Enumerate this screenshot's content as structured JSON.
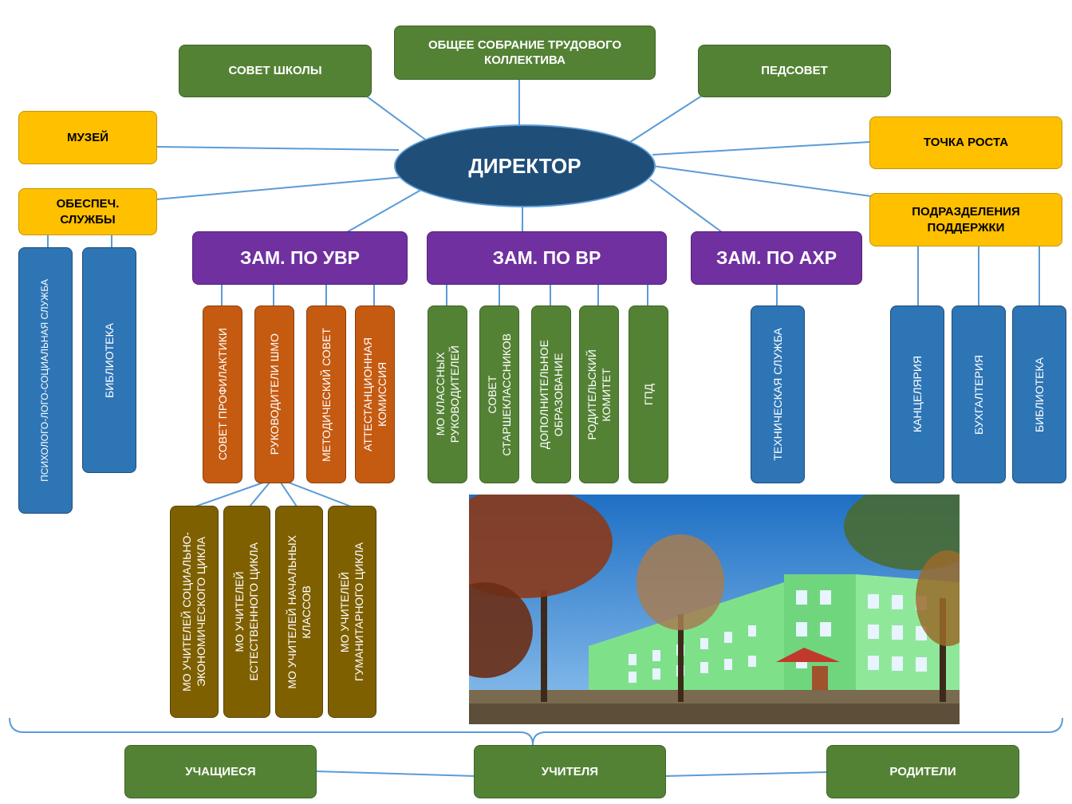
{
  "director": "ДИРЕКТОР",
  "top": {
    "school_council": "СОВЕТ ШКОЛЫ",
    "general_meeting": "ОБЩЕЕ СОБРАНИЕ ТРУДОВОГО\nКОЛЛЕКТИВА",
    "pedsovet": "ПЕДСОВЕТ"
  },
  "left": {
    "museum": "МУЗЕЙ",
    "support_services": "ОБЕСПЕЧ.\nСЛУЖБЫ",
    "psych_service": "ПСИХОЛОГО-ЛОГО-СОЦИАЛЬНАЯ СЛУЖБА",
    "library": "БИБЛИОТЕКА"
  },
  "right": {
    "growth_point": "ТОЧКА РОСТА",
    "support_divisions": "ПОДРАЗДЕЛЕНИЯ\nПОДДЕРЖКИ",
    "office": "КАНЦЕЛЯРИЯ",
    "accounting": "БУХГАЛТЕРИЯ",
    "library": "БИБЛИОТЕКА"
  },
  "deputies": {
    "uvr": "ЗАМ. ПО УВР",
    "vr": "ЗАМ. ПО ВР",
    "ahr": "ЗАМ. ПО АХР"
  },
  "uvr_items": {
    "prevention_council": "СОВЕТ ПРОФИЛАКТИКИ",
    "shmo_heads": "РУКОВОДИТЕЛИ ШМО",
    "method_council": "МЕТОДИЧЕСКИЙ СОВЕТ",
    "attestation_commission": "АТТЕСТАНЦИОННАЯ\nКОМИССИЯ"
  },
  "shmo_items": {
    "socio_economic": "МО УЧИТЕЛЕЙ СОЦИАЛЬНО-\nЭКОНОМИЧЕСКОГО ЦИКЛА",
    "natural_science": "МО УЧИТЕЛЕЙ\nЕСТЕСТВЕННОГО ЦИКЛА",
    "primary": "МО УЧИТЕЛЕЙ НАЧАЛЬНЫХ\nКЛАССОВ",
    "humanities": "МО УЧИТЕЛЕЙ\nГУМАНИТАРНОГО ЦИКЛА"
  },
  "vr_items": {
    "class_teachers": "МО КЛАССНЫХ\nРУКОВОДИТЕЛЕЙ",
    "senior_council": "СОВЕТ\nСТАРШЕКЛАССНИКОВ",
    "extra_education": "ДОПОЛНИТЕЛЬНОЕ\nОБРАЗОВАНИЕ",
    "parent_committee": "РОДИТЕЛЬСКИЙ\nКОМИТЕТ",
    "gpd": "ГПД"
  },
  "ahr_items": {
    "tech_service": "ТЕХНИЧЕСКАЯ СЛУЖБА"
  },
  "bottom": {
    "students": "УЧАЩИЕСЯ",
    "teachers": "УЧИТЕЛЯ",
    "parents": "РОДИТЕЛИ"
  },
  "colors": {
    "line": "#5b9bd5",
    "green": "#548235",
    "yellow": "#ffc000",
    "purple": "#7030a0",
    "blue": "#2e75b6",
    "orange": "#c55a11",
    "olive": "#7f6000",
    "director": "#1f4e79"
  }
}
